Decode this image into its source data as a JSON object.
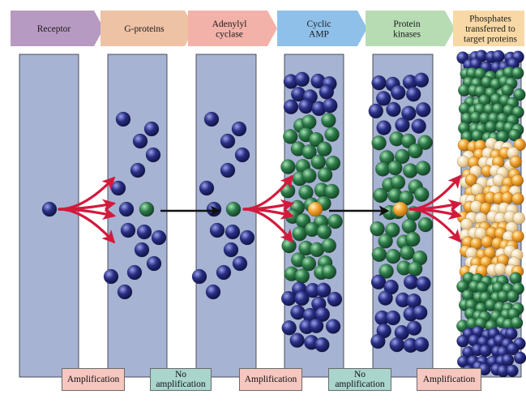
{
  "colors": {
    "column_fill": "#a7b3d3",
    "column_stroke": "#2a2e3a",
    "navy_ball": "#2a2f86",
    "green_ball": "#2e7d4a",
    "orange_ball": "#f2a531",
    "cream_ball": "#f4ddb0",
    "red_arrow": "#d3193c",
    "black_arrow": "#111111",
    "amplification_fill": "#f6c7bf",
    "no_amplification_fill": "#a9d5cd"
  },
  "stages": [
    {
      "label": [
        "Receptor"
      ],
      "color": "#b79ac2"
    },
    {
      "label": [
        "G-proteins"
      ],
      "color": "#eec2a5"
    },
    {
      "label": [
        "Adenylyl",
        "cyclase"
      ],
      "color": "#f3b2a9"
    },
    {
      "label": [
        "Cyclic",
        "AMP"
      ],
      "color": "#8fc0ea"
    },
    {
      "label": [
        "Protein",
        "kinases"
      ],
      "color": "#b7dcb3"
    },
    {
      "label": [
        "Phosphates",
        "transferred to",
        "target proteins"
      ],
      "color": "#f8d9a6"
    }
  ],
  "amplification_tags": [
    {
      "text": "Amplification",
      "kind": "amp"
    },
    {
      "text": "No amplification",
      "kind": "noamp"
    },
    {
      "text": "Amplification",
      "kind": "amp"
    },
    {
      "text": "No amplification",
      "kind": "noamp"
    },
    {
      "text": "Amplification",
      "kind": "amp"
    }
  ]
}
